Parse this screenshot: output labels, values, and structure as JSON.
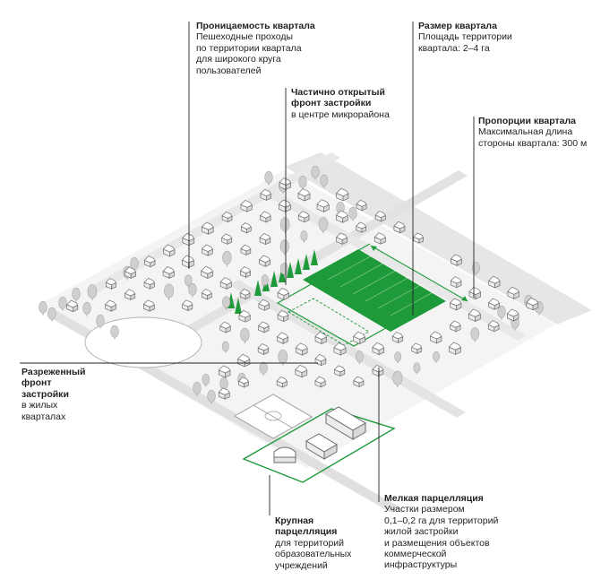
{
  "colors": {
    "accent": "#1f9a3a",
    "leader": "#231f20",
    "road": "#e3e3e3",
    "building_fill": "#ffffff",
    "building_stroke": "#6d6d6d",
    "tree": "#cfcfcf"
  },
  "callouts": {
    "permeability": {
      "title": "Проницаемость квартала",
      "desc": "Пешеходные проходы\nпо территории квартала\nдля широкого круга\nпользователей"
    },
    "block_size": {
      "title": "Размер квартала",
      "desc": "Площадь территории\nквартала: 2–4 га"
    },
    "open_front": {
      "title": "Частично открытый\nфронт застройки",
      "desc": "в центре микрорайона"
    },
    "proportions": {
      "title": "Пропорции квартала",
      "desc": "Максимальная длина\nстороны квартала: 300 м"
    },
    "sparse_front": {
      "title": "Разреженный\nфронт\nзастройки",
      "desc": "в жилых\nкварталах"
    },
    "small_parcel": {
      "title": "Мелкая парцелляция",
      "desc": "Участки размером\n0,1–0,2 га для территорий\nжилой застройки\nи размещения объектов\nкоммерческой\nинфраструктуры"
    },
    "large_parcel": {
      "title": "Крупная\nпарцелляция",
      "desc": "для территорий\nобразовательных\nучреждений"
    }
  }
}
